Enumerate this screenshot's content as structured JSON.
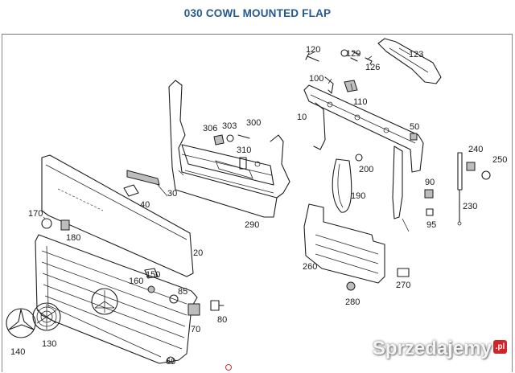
{
  "title": "030 COWL MOUNTED FLAP",
  "watermark": {
    "text": "Sprzedajemy",
    "badge": ".pl"
  },
  "callouts": {
    "c10": "10",
    "c20": "20",
    "c30": "30",
    "c40": "40",
    "c50": "50",
    "c60": "60",
    "c70": "70",
    "c80": "80",
    "c85": "85",
    "c90": "90",
    "c95": "95",
    "c100": "100",
    "c110": "110",
    "c120": "120",
    "c123": "123",
    "c126": "126",
    "c129": "129",
    "c130": "130",
    "c140": "140",
    "c150": "150",
    "c160": "160",
    "c170": "170",
    "c180": "180",
    "c190": "190",
    "c200": "200",
    "c230": "230",
    "c240": "240",
    "c250": "250",
    "c260": "260",
    "c270": "270",
    "c280": "280",
    "c290": "290",
    "c300": "300",
    "c303": "303",
    "c306": "306",
    "c310": "310"
  },
  "colors": {
    "title": "#25588f",
    "line": "#1e1e1e",
    "badge": "#d3242a",
    "marker": "#d03030"
  }
}
